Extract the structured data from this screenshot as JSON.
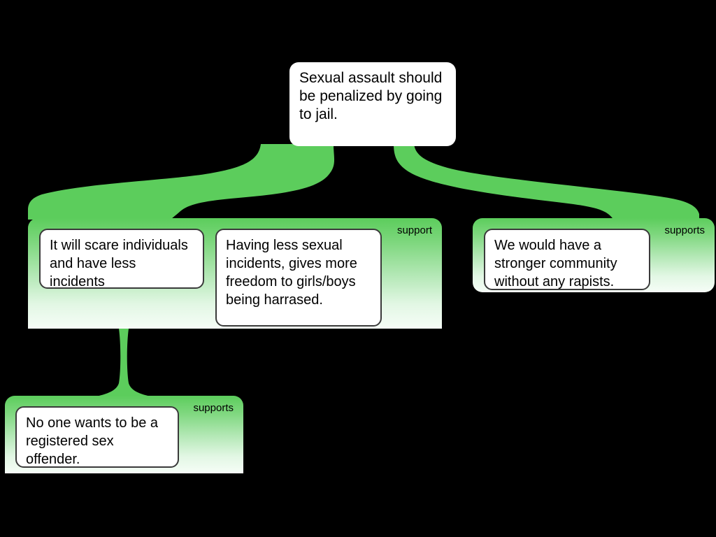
{
  "diagram": {
    "type": "argument-map",
    "background_color": "#000000",
    "accent_color": "#5ccd5c",
    "card_color": "#ffffff",
    "text_color": "#000000"
  },
  "root": {
    "id": "claim-root",
    "text": "Sexual assault should be penalized by going to jail."
  },
  "clusters": [
    {
      "id": "cluster-left",
      "relation_label": "support",
      "parent": "claim-root",
      "cards": [
        {
          "id": "claim-a",
          "text": "It will scare individuals and have less incidents"
        },
        {
          "id": "claim-b",
          "text": "Having less sexual incidents, gives more freedom to girls/boys being harrased."
        }
      ]
    },
    {
      "id": "cluster-right",
      "relation_label": "supports",
      "parent": "claim-root",
      "cards": [
        {
          "id": "claim-c",
          "text": "We would have a stronger community without any rapists."
        }
      ]
    },
    {
      "id": "cluster-bottom",
      "relation_label": "supports",
      "parent": "claim-a",
      "cards": [
        {
          "id": "claim-d",
          "text": "No one wants to be a registered sex offender."
        }
      ]
    }
  ]
}
